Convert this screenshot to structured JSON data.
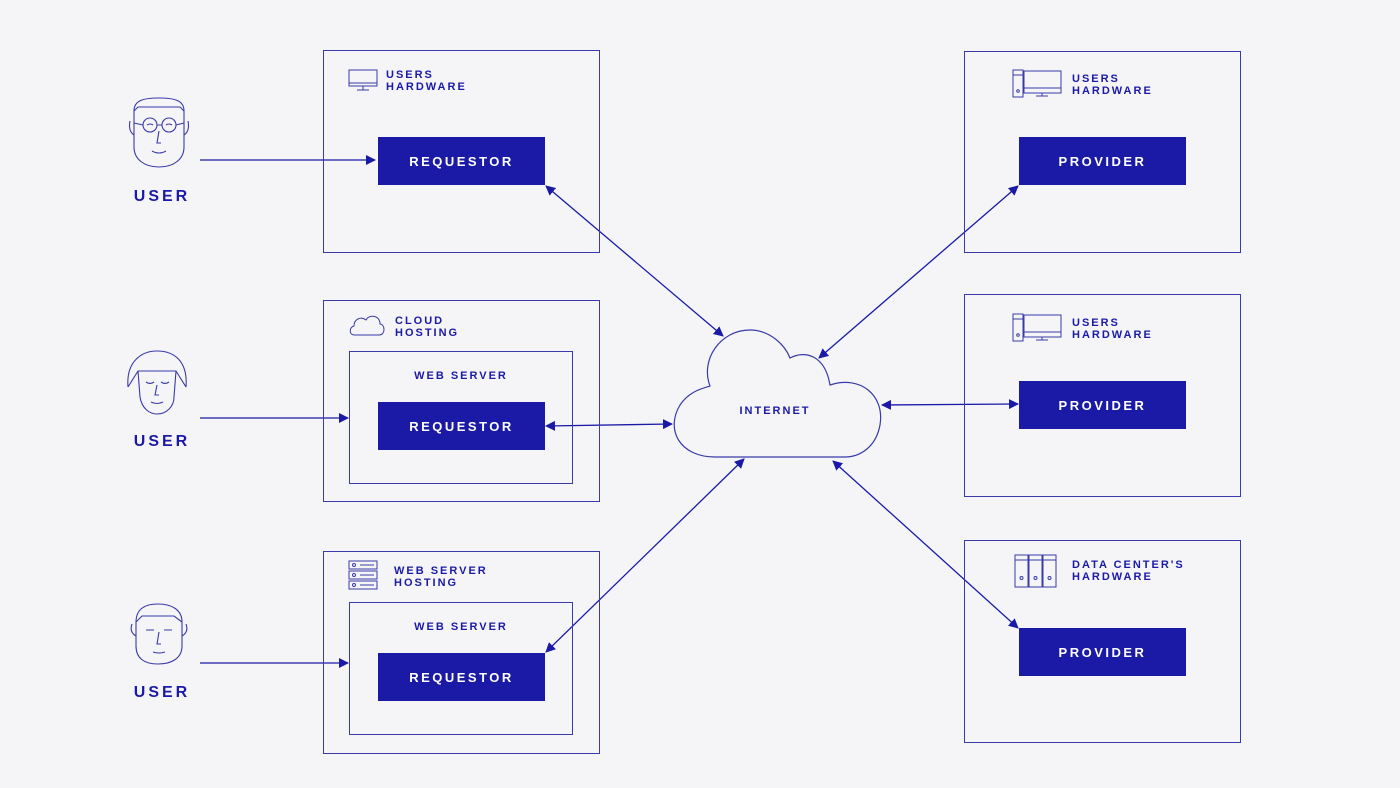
{
  "users": [
    {
      "label": "USER"
    },
    {
      "label": "USER"
    },
    {
      "label": "USER"
    }
  ],
  "left_panels": [
    {
      "header": "USERS\nHARDWARE",
      "icon": "monitor-icon",
      "button": "REQUESTOR"
    },
    {
      "header": "CLOUD\nHOSTING",
      "icon": "cloud-icon",
      "inner_label": "WEB SERVER",
      "button": "REQUESTOR"
    },
    {
      "header": "WEB SERVER\nHOSTING",
      "icon": "server-rack-icon",
      "inner_label": "WEB SERVER",
      "button": "REQUESTOR"
    }
  ],
  "right_panels": [
    {
      "header": "USERS\nHARDWARE",
      "icon": "desktop-tower-icon",
      "button": "PROVIDER"
    },
    {
      "header": "USERS\nHARDWARE",
      "icon": "desktop-tower-icon",
      "button": "PROVIDER"
    },
    {
      "header": "DATA CENTER'S\nHARDWARE",
      "icon": "data-center-icon",
      "button": "PROVIDER"
    }
  ],
  "cloud": {
    "label": "INTERNET"
  },
  "colors": {
    "accent": "#1a1aa6",
    "background": "#f5f5f8",
    "line": "#3a3aa8"
  }
}
